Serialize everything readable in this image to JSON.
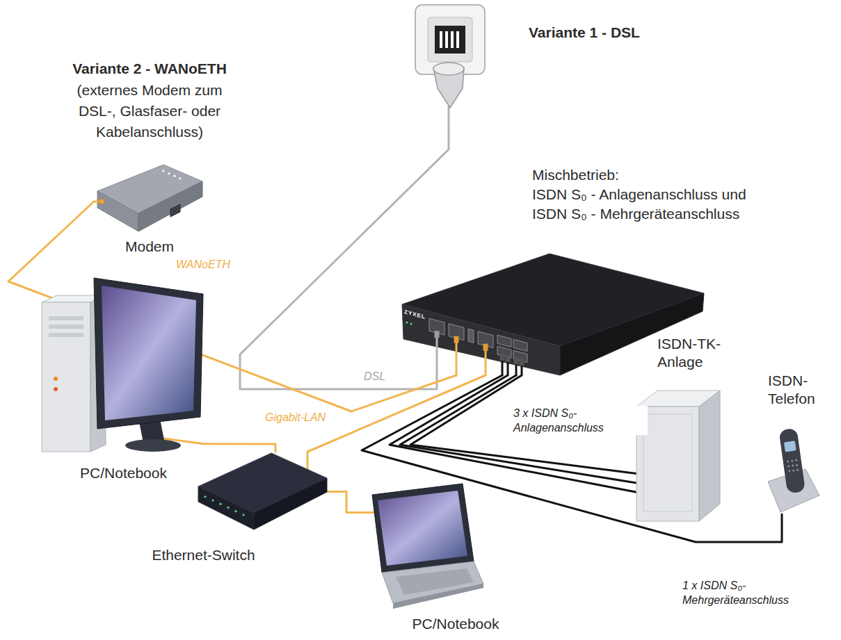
{
  "diagram": {
    "nodes": [
      {
        "text": [
          "Variante 2 - WANoETH",
          "(externes Modem zum DSL-, Glasfaser- oder Kabelanschluss)",
          "Modem"
        ]
      },
      {
        "text": [
          "Variante 1 - DSL"
        ]
      },
      {
        "text": [
          "Mischbetrieb:",
          "ISDN S₀ - Anlagenanschluss und ISDN S₀ - Mehrgeräteanschluss",
          "ZYXEL"
        ]
      },
      {
        "text": [
          "ISDN-TK-Anlage"
        ]
      },
      {
        "text": [
          "ISDN-Telefon"
        ]
      },
      {
        "text": [
          "PC/Notebook"
        ]
      },
      {
        "text": [
          "Ethernet-Switch"
        ]
      },
      {
        "text": [
          "PC/Notebook"
        ]
      }
    ],
    "edges": [
      {
        "from": 1,
        "to": 2,
        "label": "DSL",
        "arrow": "none"
      },
      {
        "from": 0,
        "to": 2,
        "label": "WANoETH",
        "arrow": "none"
      },
      {
        "from": 5,
        "to": 6,
        "arrow": "none"
      },
      {
        "from": 6,
        "to": 2,
        "label": "Gigabit-LAN",
        "arrow": "none"
      },
      {
        "from": 7,
        "to": 6,
        "arrow": "none"
      },
      {
        "from": 2,
        "to": 3,
        "label": "3 x ISDN S₀-Anlagenanschluss",
        "arrow": "none"
      },
      {
        "from": 2,
        "to": 3,
        "arrow": "none"
      },
      {
        "from": 2,
        "to": 3,
        "arrow": "none"
      },
      {
        "from": 2,
        "to": 4,
        "label": "1 x ISDN S₀-Mehrgeräteanschluss",
        "arrow": "none"
      }
    ]
  }
}
